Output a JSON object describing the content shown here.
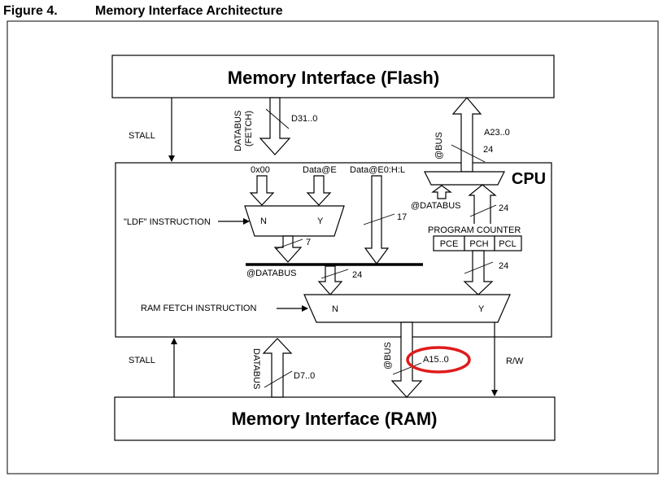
{
  "figure": {
    "number": "Figure 4.",
    "title": "Memory Interface Architecture"
  },
  "blocks": {
    "flash": "Memory Interface (Flash)",
    "ram": "Memory Interface (RAM)",
    "cpu": "CPU"
  },
  "labels": {
    "stall_top": "STALL",
    "stall_bottom": "STALL",
    "databus_fetch_1": "DATABUS",
    "databus_fetch_2": "(FETCH)",
    "d31": "D31..0",
    "a23": "A23..0",
    "abus_top": "@BUS",
    "width_24_top": "24",
    "in_0x00": "0x00",
    "in_data_e": "Data@E",
    "in_data_e0hl": "Data@E0:H:L",
    "ldf_instruction": "\"LDF\" INSTRUCTION",
    "mux1_n": "N",
    "mux1_y": "Y",
    "width_7": "7",
    "width_17": "17",
    "at_databus_upper": "@DATABUS",
    "width_24_upper": "24",
    "program_counter": "PROGRAM COUNTER",
    "pce": "PCE",
    "pch": "PCH",
    "pcl": "PCL",
    "width_24_pc": "24",
    "at_databus_lower": "@DATABUS",
    "width_24_lower": "24",
    "ram_fetch_instruction": "RAM FETCH INSTRUCTION",
    "mux2_n": "N",
    "mux2_y": "Y",
    "databus_ram": "DATABUS",
    "d7": "D7..0",
    "abus_bottom": "@BUS",
    "a15": "A15..0",
    "rw": "R/W"
  },
  "highlight": {
    "color": "#e01b1b",
    "target": "A15..0"
  }
}
